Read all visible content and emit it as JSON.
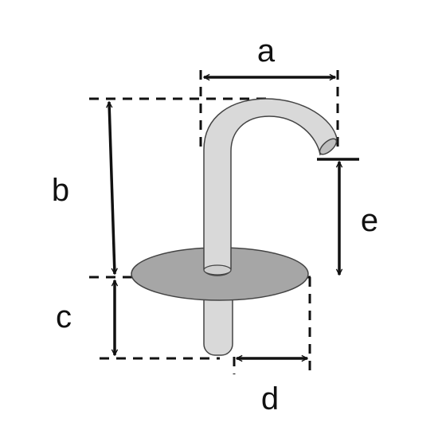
{
  "labels": {
    "a": "a",
    "b": "b",
    "c": "c",
    "d": "d",
    "e": "e"
  },
  "colors": {
    "hook_fill": "#d9d9d9",
    "washer_fill": "#a6a6a6",
    "outline": "#444444",
    "dimension": "#111111"
  },
  "icons": [
    "ceiling-hook-drawing",
    "dimension-arrow"
  ]
}
